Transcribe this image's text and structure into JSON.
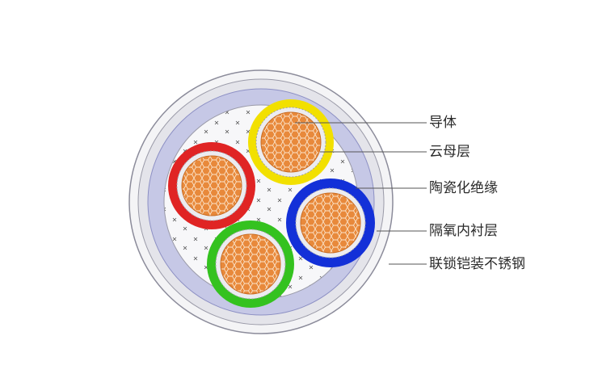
{
  "labels": {
    "conductor": "导体",
    "mica_layer": "云母层",
    "ceramic_insulation": "陶瓷化绝缘",
    "oxygen_barrier_inner_lining": "隔氧内衬层",
    "interlocked_stainless_armor": "联锁铠装不锈钢"
  },
  "colors": {
    "armor_outer": "#e6e6ea",
    "armor_ring": "#c7c9e6",
    "filler": "#f7f7f9",
    "core_copper": "#e38a3c",
    "core_red": "#e02424",
    "core_yellow": "#f2e000",
    "core_blue": "#1330d8",
    "core_green": "#34c21f",
    "mica": "#e9e9ee",
    "leader_line": "#555555",
    "text": "#2a2a2a"
  },
  "cores": [
    {
      "name": "red-core",
      "color_key": "core_red"
    },
    {
      "name": "yellow-core",
      "color_key": "core_yellow"
    },
    {
      "name": "blue-core",
      "color_key": "core_blue"
    },
    {
      "name": "green-core",
      "color_key": "core_green"
    }
  ]
}
